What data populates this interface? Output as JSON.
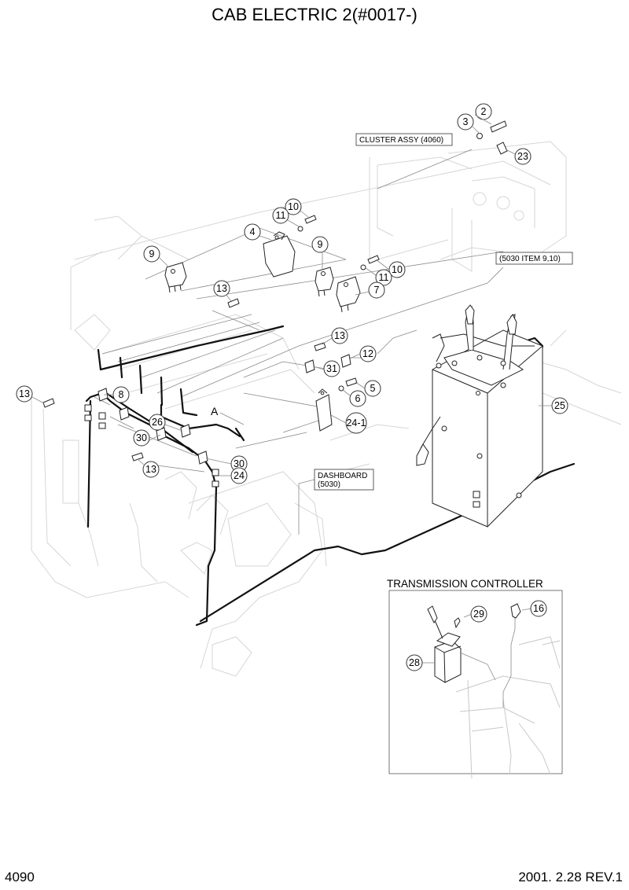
{
  "title": "CAB ELECTRIC 2(#0017-)",
  "page_number": "4090",
  "revision": "2001. 2.28 REV.1",
  "reference_labels": {
    "cluster_assy": "CLUSTER ASSY (4060)",
    "item_5030": "(5030 ITEM 9,10)",
    "dashboard_line1": "DASHBOARD",
    "dashboard_line2": "(5030)",
    "view_letter": "A"
  },
  "inset": {
    "title": "TRANSMISSION CONTROLLER",
    "callouts": [
      "29",
      "16",
      "28"
    ]
  },
  "callouts": [
    "2",
    "3",
    "23",
    "10",
    "11",
    "4",
    "9",
    "9",
    "10",
    "11",
    "7",
    "13",
    "13",
    "12",
    "31",
    "6",
    "5",
    "24-1",
    "25",
    "13",
    "8",
    "26",
    "30",
    "30",
    "24",
    "13"
  ]
}
